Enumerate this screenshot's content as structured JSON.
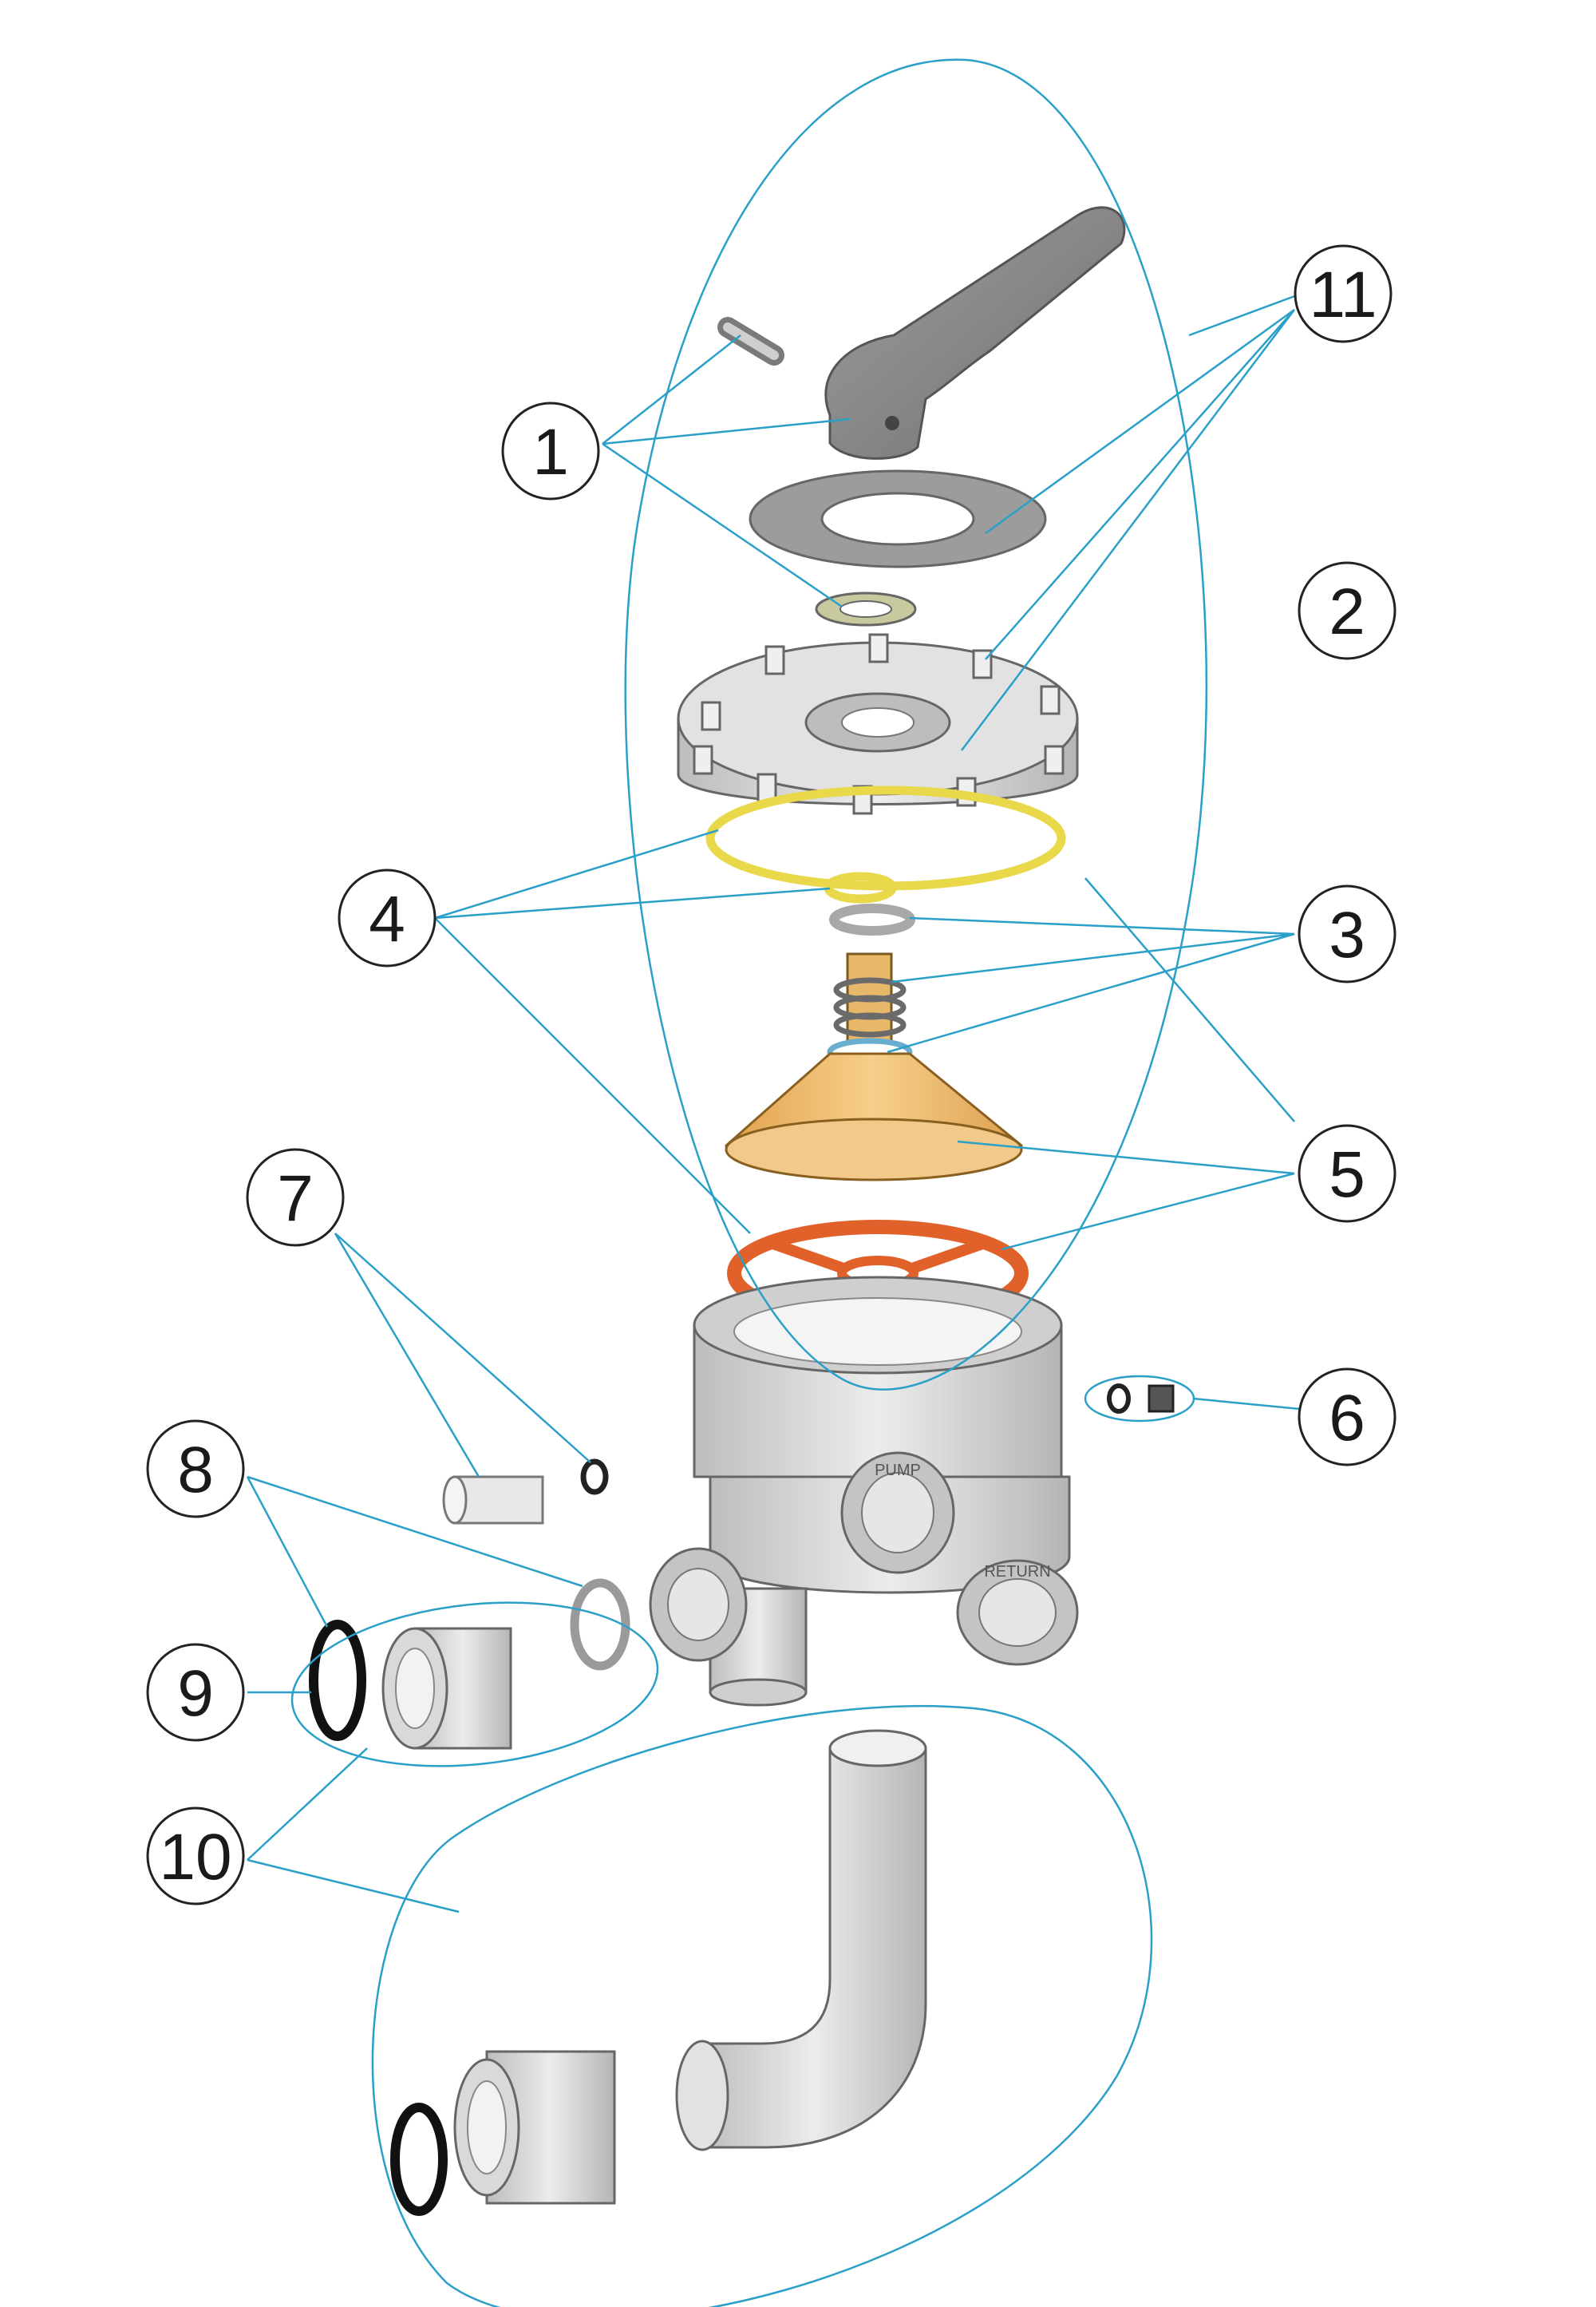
{
  "callouts": {
    "c1": "1",
    "c2": "2",
    "c3": "3",
    "c4": "4",
    "c5": "5",
    "c6": "6",
    "c7": "7",
    "c8": "8",
    "c9": "9",
    "c10": "10",
    "c11": "11"
  },
  "body_labels": {
    "pump": "PUMP",
    "return": "RETURN"
  },
  "colors": {
    "leader": "#2aa0c8",
    "callout_stroke": "#222222",
    "handle": "#8a8a8a",
    "cover": "#d9d9d9",
    "o_ring_yellow": "#e8d84a",
    "rotor": "#f0b968",
    "spider_gasket": "#f07a3a",
    "body": "#d6d6d6",
    "black_ring": "#111111"
  }
}
